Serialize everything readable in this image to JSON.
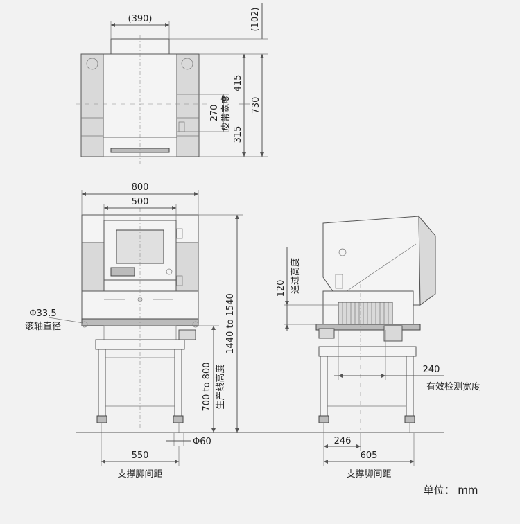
{
  "top_view": {
    "width_390": "(390)",
    "offset_102": "(102)",
    "dim_415": "415",
    "dim_730": "730",
    "dim_270": "270",
    "dim_315": "315",
    "belt_width": "皮带宽度"
  },
  "front_view": {
    "width_800": "800",
    "width_500": "500",
    "roller_dia": "Φ33.5",
    "roller_label": "滚轴直径",
    "height_range": "1440 to 1540",
    "line_height_range": "700 to 800",
    "line_height_label": "生产线高度",
    "foot_dia": "Φ60",
    "foot_span": "550",
    "foot_span_label": "支撑脚间距"
  },
  "side_view": {
    "pass_height": "120",
    "pass_height_label": "通过高度",
    "detect_width": "240",
    "detect_width_label": "有效检测宽度",
    "dim_246": "246",
    "foot_span": "605",
    "foot_span_label": "支撑脚间距"
  },
  "unit_label": "单位： mm"
}
